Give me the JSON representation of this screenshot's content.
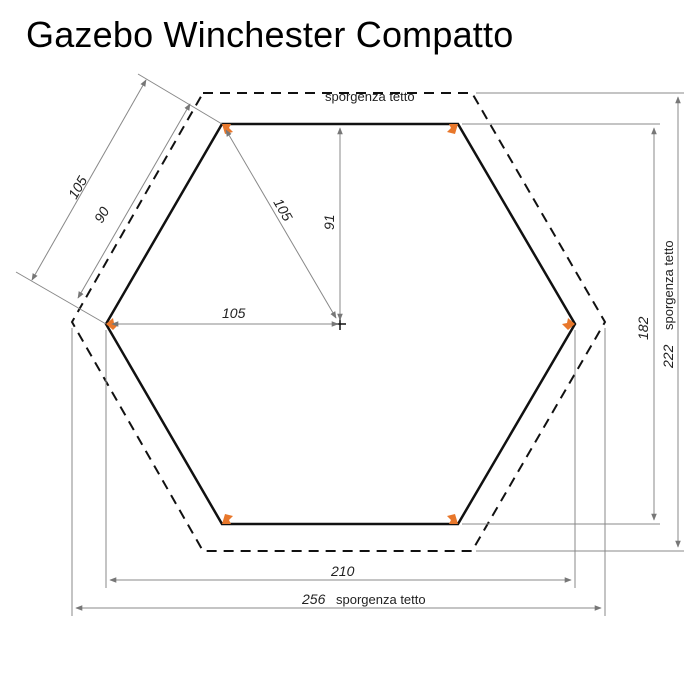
{
  "title": "Gazebo Winchester Compatto",
  "labels": {
    "roof_overhang_top": "sporgenza tetto",
    "roof_overhang_right": "sporgenza tetto",
    "roof_overhang_bottom": "sporgenza tetto",
    "dim_side_outer": "105",
    "dim_side_inner": "90",
    "dim_radius_diag": "105",
    "dim_apothem": "91",
    "dim_radius_horiz": "105",
    "dim_height_inner": "182",
    "dim_height_outer": "222",
    "dim_width_inner": "210",
    "dim_width_outer": "256"
  },
  "colors": {
    "hexagon": "#111111",
    "overhang": "#111111",
    "dimension": "#888888",
    "post_marker": "#e8772b"
  }
}
